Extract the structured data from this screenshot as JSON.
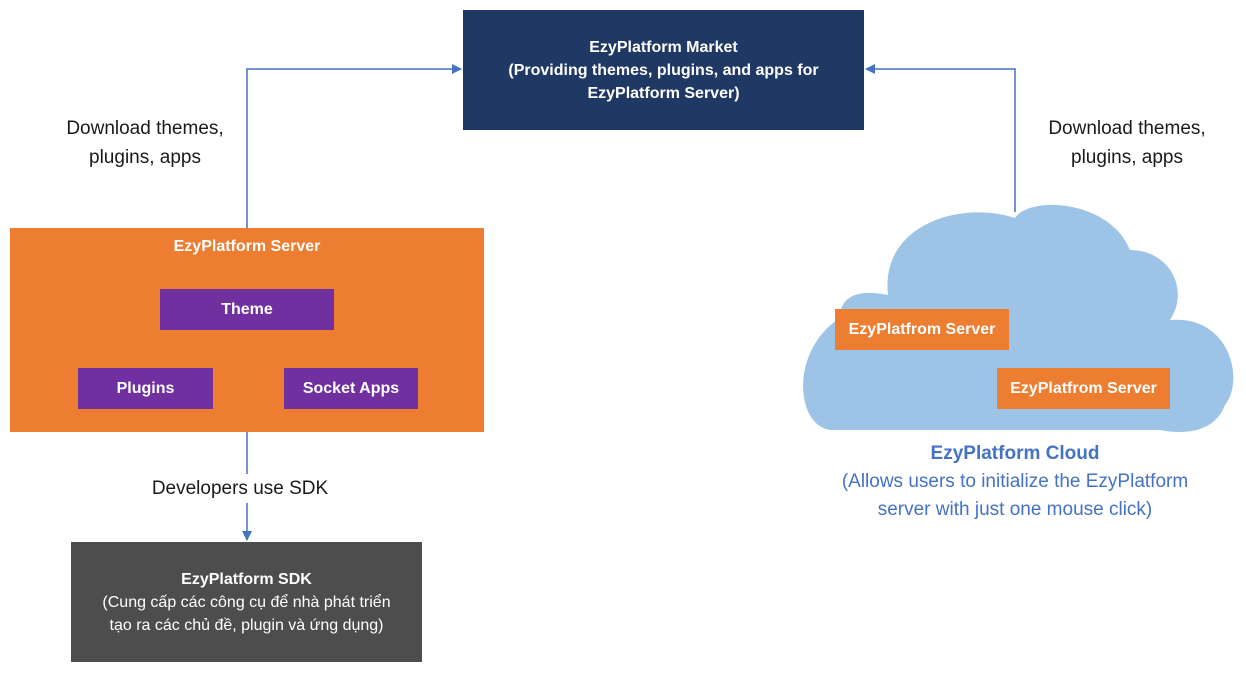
{
  "market": {
    "title": "EzyPlatform Market",
    "desc_line1": "(Providing themes, plugins, and apps for",
    "desc_line2": "EzyPlatform Server)"
  },
  "server": {
    "title": "EzyPlatform Server",
    "theme": "Theme",
    "plugins": "Plugins",
    "socket_apps": "Socket Apps"
  },
  "edges": {
    "left_download_line1": "Download themes,",
    "left_download_line2": "plugins, apps",
    "right_download_line1": "Download themes,",
    "right_download_line2": "plugins, apps",
    "sdk_use": "Developers use SDK"
  },
  "sdk": {
    "title": "EzyPlatform SDK",
    "desc_line1": "(Cung cấp các công cụ để nhà phát triển",
    "desc_line2": "tạo ra các chủ đề, plugin và ứng dụng)"
  },
  "cloud": {
    "server1": "EzyPlatfrom Server",
    "server2": "EzyPlatfrom Server",
    "title": "EzyPlatform Cloud",
    "desc_line1": "(Allows users to initialize the EzyPlatform",
    "desc_line2": "server with just one mouse click)"
  },
  "colors": {
    "market": "#203864",
    "server": "#ed7d31",
    "module": "#7030a0",
    "sdk": "#4d4d4d",
    "cloud": "#9dc3e6",
    "arrow": "#4472c4"
  }
}
